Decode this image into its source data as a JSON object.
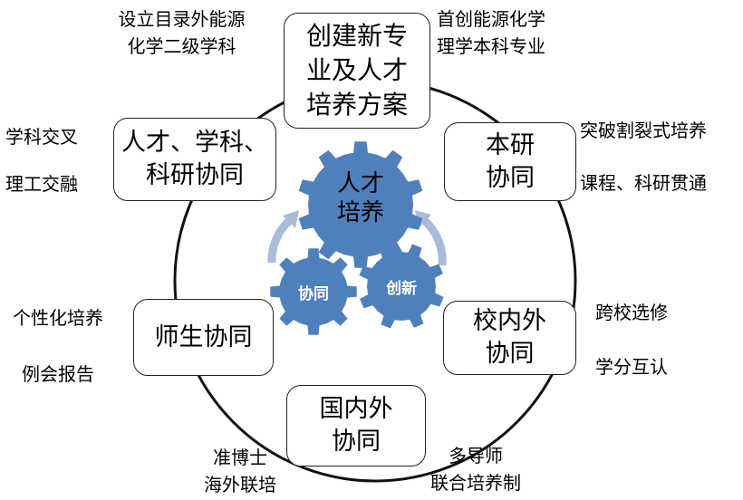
{
  "colors": {
    "gear": "#5080bb",
    "arrow": "#aabbd8",
    "border": "#222222"
  },
  "center": {
    "main_gear": [
      "人才",
      "培养"
    ],
    "gear_left": "协同",
    "gear_right": "创新"
  },
  "boxes": {
    "top": [
      "创建新专",
      "业及人才",
      "培养方案"
    ],
    "left_upper": [
      "人才、学科、",
      "科研协同"
    ],
    "right_upper": [
      "本研",
      "协同"
    ],
    "left_lower": [
      "师生协同"
    ],
    "right_lower": [
      "校内外",
      "协同"
    ],
    "bottom": [
      "国内外",
      "协同"
    ]
  },
  "notes": {
    "top_left": [
      "设立目录外能源",
      "化学二级学科"
    ],
    "top_right": [
      "首创能源化学",
      "理学本科专业"
    ],
    "left_upper": [
      "学科交叉",
      "理工交融"
    ],
    "right_upper": [
      "突破割裂式培养",
      "课程、科研贯通"
    ],
    "left_lower": [
      "个性化培养",
      "例会报告"
    ],
    "right_lower": [
      "跨校选修",
      "学分互认"
    ],
    "bottom_left": [
      "准博士",
      "海外联培"
    ],
    "bottom_right": [
      "多导师",
      "联合培养制"
    ]
  }
}
